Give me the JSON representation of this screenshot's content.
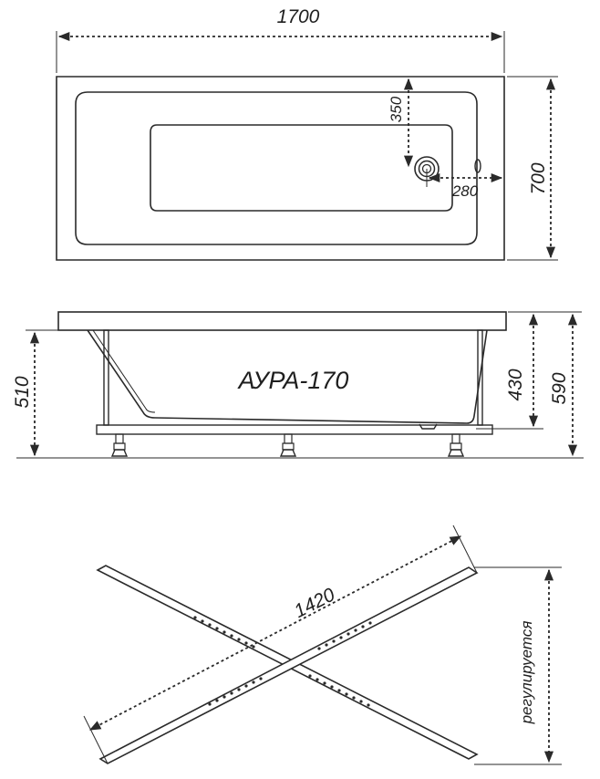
{
  "top_view": {
    "length_label": "1700",
    "width_label": "700",
    "drain_offset_y_label": "350",
    "drain_offset_x_label": "280"
  },
  "side_view": {
    "model_label": "АУРА-170",
    "height_left_label": "510",
    "depth_label": "430",
    "height_right_label": "590"
  },
  "frame_view": {
    "length_label": "1420",
    "adjustable_label": "регулируется"
  }
}
